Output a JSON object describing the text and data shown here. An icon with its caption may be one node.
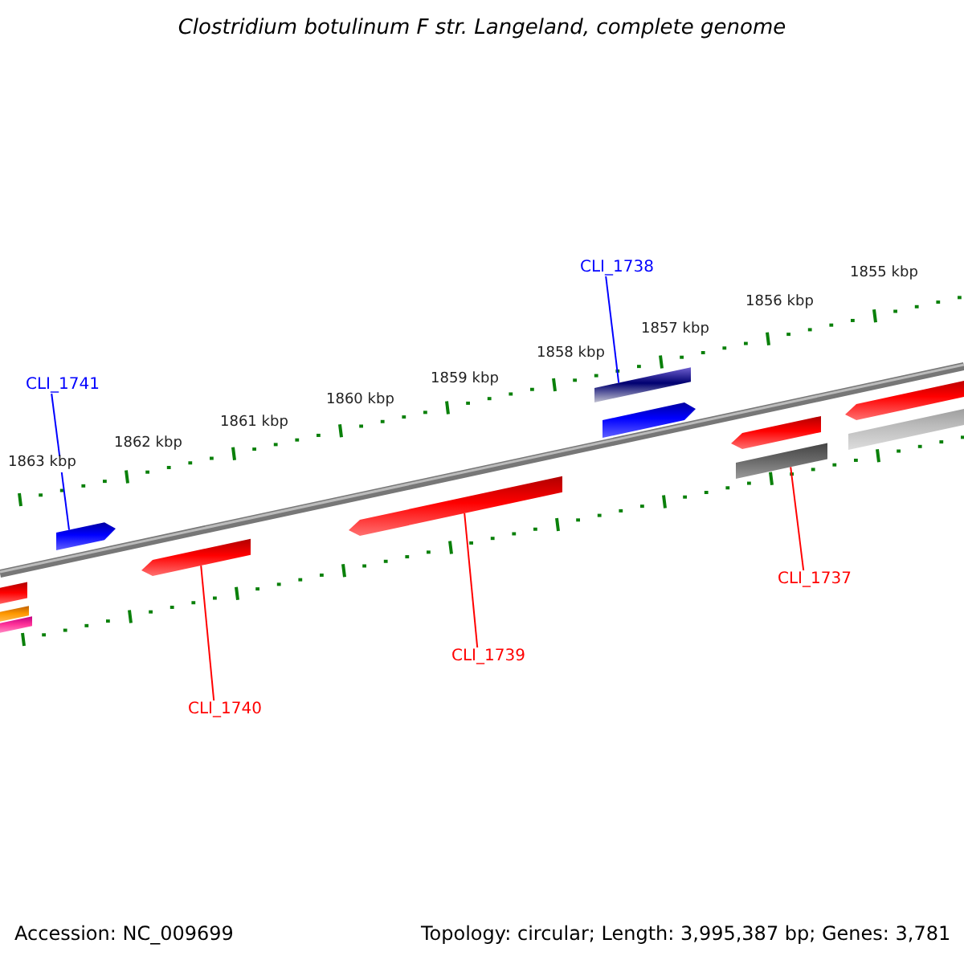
{
  "diagram": {
    "title": "Clostridium botulinum F str. Langeland, complete genome",
    "nodes": [
      {
        "text": [
          "CLI_1738"
        ]
      },
      {
        "text": [
          "CLI_1741"
        ]
      },
      {
        "text": [
          "CLI_1737"
        ]
      },
      {
        "text": [
          "CLI_1739"
        ]
      },
      {
        "text": [
          "CLI_1740"
        ]
      },
      {
        "text": [],
        "shape": "bar"
      },
      {
        "text": [],
        "shape": "bar"
      },
      {
        "text": [],
        "shape": "bar"
      },
      {
        "text": [],
        "shape": "arrow"
      },
      {
        "text": [],
        "shape": "arrow"
      },
      {
        "text": [],
        "shape": "arrow"
      },
      {
        "text": [],
        "shape": "bar"
      },
      {
        "text": [],
        "shape": "arrow"
      },
      {
        "text": [],
        "shape": "arrow"
      },
      {
        "text": [],
        "shape": "bar"
      },
      {
        "text": [],
        "shape": "arrow"
      },
      {
        "text": [],
        "shape": "bar"
      }
    ],
    "edges": [
      {
        "from": 0,
        "to": 11,
        "arrow": "none",
        "color": "#0000ff"
      },
      {
        "from": 1,
        "to": 8,
        "arrow": "none",
        "color": "#0000ff"
      },
      {
        "from": 2,
        "to": 14,
        "arrow": "none"
      },
      {
        "from": 3,
        "to": 10,
        "arrow": "none"
      },
      {
        "from": 4,
        "to": 9,
        "arrow": "none"
      }
    ],
    "labels": [
      "1855 kbp",
      "1856 kbp",
      "1857 kbp",
      "1858 kbp",
      "1859 kbp",
      "1860 kbp",
      "1861 kbp",
      "1862 kbp",
      "1863 kbp",
      "Accession: NC_009699",
      "Topology: circular; Length: 3,995,387 bp; Genes: 3,781"
    ]
  }
}
